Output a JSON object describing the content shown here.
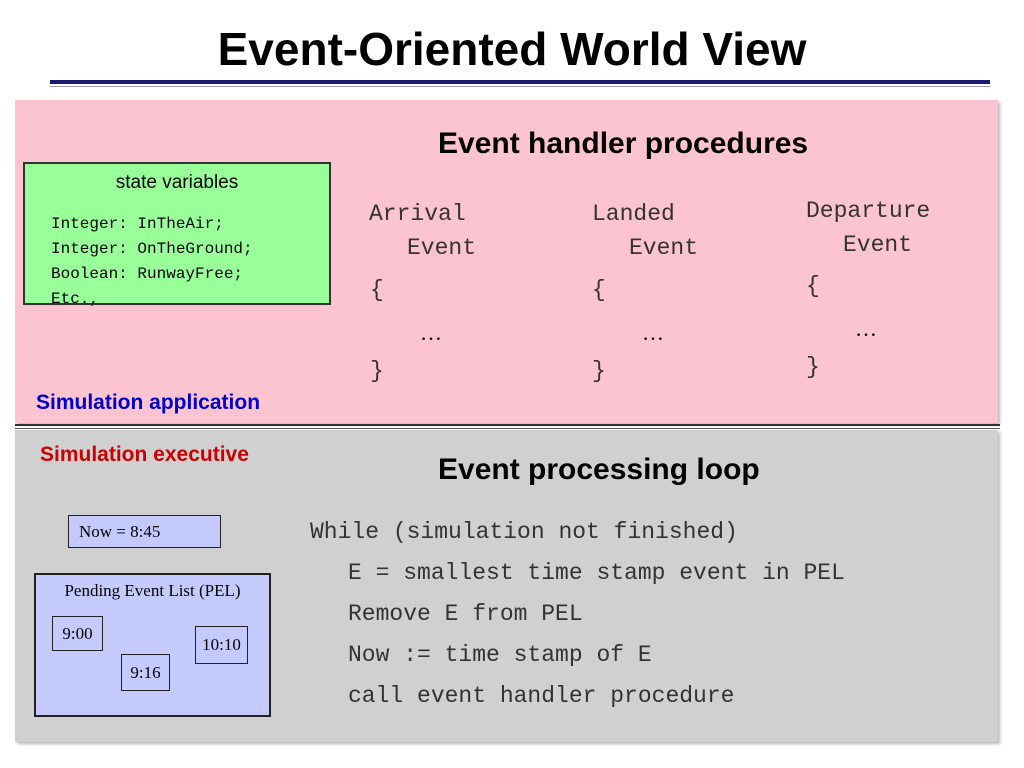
{
  "title": "Event-Oriented World View",
  "application": {
    "heading": "Event handler procedures",
    "label": "Simulation application",
    "state_box": {
      "title": "state variables",
      "lines": [
        "Integer: InTheAir;",
        "Integer: OnTheGround;",
        "Boolean: RunwayFree;",
        "Etc.,"
      ]
    },
    "handlers": [
      {
        "line1": "Arrival",
        "line2": "Event",
        "open": "{",
        "ellipsis": "…",
        "close": "}"
      },
      {
        "line1": "Landed",
        "line2": "Event",
        "open": "{",
        "ellipsis": "…",
        "close": "}"
      },
      {
        "line1": "Departure",
        "line2": "Event",
        "open": "{",
        "ellipsis": "…",
        "close": "}"
      }
    ]
  },
  "executive": {
    "label": "Simulation executive",
    "heading": "Event processing loop",
    "now": "Now = 8:45",
    "pel": {
      "title": "Pending Event List (PEL)",
      "events": [
        "9:00",
        "9:16",
        "10:10"
      ]
    },
    "loop": [
      "While (simulation not finished)",
      "E = smallest time stamp event in PEL",
      "Remove E from PEL",
      "Now := time stamp of E",
      "call event handler procedure"
    ]
  },
  "colors": {
    "application_bg": "#fcc4d0",
    "executive_bg": "#d0d0d0",
    "state_box_bg": "#99ff99",
    "pel_bg": "#c5cafd",
    "application_label": "#0000cc",
    "executive_label": "#cc0000"
  }
}
